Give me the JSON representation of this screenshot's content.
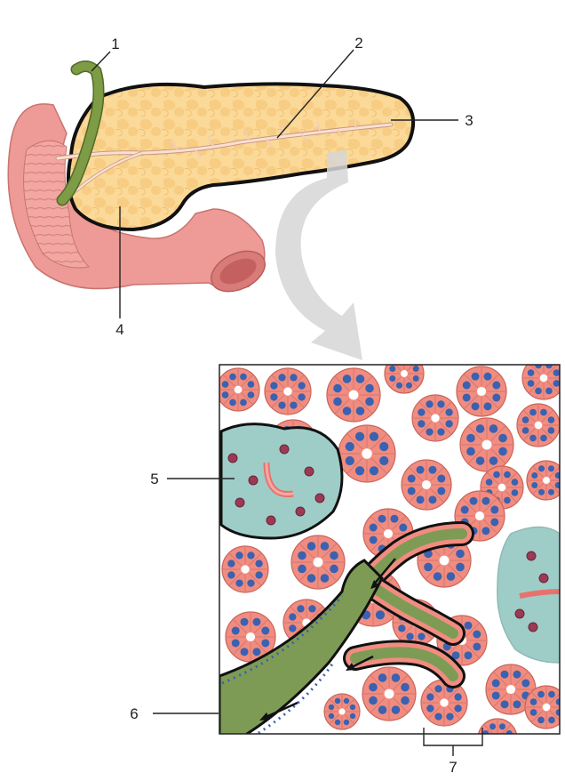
{
  "diagram": {
    "labels": [
      {
        "id": "1",
        "text": "1"
      },
      {
        "id": "2",
        "text": "2"
      },
      {
        "id": "3",
        "text": "3"
      },
      {
        "id": "4",
        "text": "4"
      },
      {
        "id": "5",
        "text": "5"
      },
      {
        "id": "6",
        "text": "6"
      },
      {
        "id": "7",
        "text": "7"
      }
    ]
  },
  "colors": {
    "pancreas_fill": "#fbd998",
    "pancreas_lobule": "#f5c878",
    "pancreas_outline": "#111111",
    "duodenum": "#ee9a96",
    "duodenum_dark": "#d97b78",
    "bile_duct": "#6f8f3e",
    "pancreatic_duct": "#fbe0cf",
    "acinar_cell": "#f08c80",
    "acinar_nucleus": "#3a62b0",
    "islet_cell": "#9ecdc8",
    "islet_nucleus": "#9b3a55",
    "duct_lumen": "#7e9b55",
    "vessel": "#e7726d",
    "arrow_gray": "#c8c8c8"
  }
}
